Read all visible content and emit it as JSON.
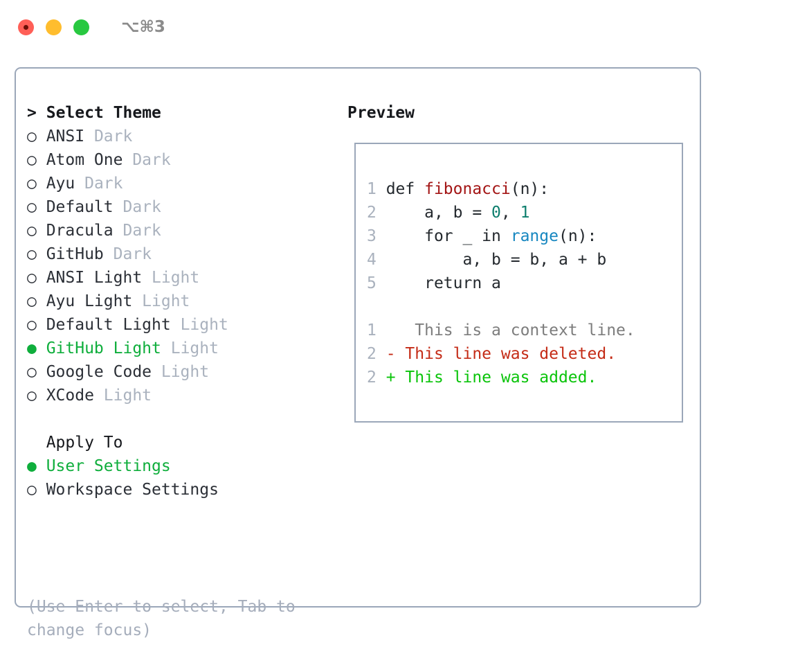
{
  "window": {
    "shortcut": "⌥⌘3",
    "traffic_lights": [
      {
        "name": "close",
        "color": "#ff5f57"
      },
      {
        "name": "minimize",
        "color": "#ffbd2e"
      },
      {
        "name": "maximize",
        "color": "#28c840"
      }
    ]
  },
  "theme_picker": {
    "prompt_marker": ">",
    "title": "Select Theme",
    "selected_index": 9,
    "items": [
      {
        "marker": "○",
        "name": "ANSI",
        "kind": "Dark",
        "selected": false
      },
      {
        "marker": "○",
        "name": "Atom One",
        "kind": "Dark",
        "selected": false
      },
      {
        "marker": "○",
        "name": "Ayu",
        "kind": "Dark",
        "selected": false
      },
      {
        "marker": "○",
        "name": "Default",
        "kind": "Dark",
        "selected": false
      },
      {
        "marker": "○",
        "name": "Dracula",
        "kind": "Dark",
        "selected": false
      },
      {
        "marker": "○",
        "name": "GitHub",
        "kind": "Dark",
        "selected": false
      },
      {
        "marker": "○",
        "name": "ANSI Light",
        "kind": "Light",
        "selected": false
      },
      {
        "marker": "○",
        "name": "Ayu Light",
        "kind": "Light",
        "selected": false
      },
      {
        "marker": "○",
        "name": "Default Light",
        "kind": "Light",
        "selected": false
      },
      {
        "marker": "●",
        "name": "GitHub Light",
        "kind": "Light",
        "selected": true
      },
      {
        "marker": "○",
        "name": "Google Code",
        "kind": "Light",
        "selected": false
      },
      {
        "marker": "○",
        "name": "XCode",
        "kind": "Light",
        "selected": false
      }
    ]
  },
  "apply_to": {
    "title": "Apply To",
    "items": [
      {
        "marker": "●",
        "label": "User Settings",
        "selected": true
      },
      {
        "marker": "○",
        "label": "Workspace Settings",
        "selected": false
      }
    ]
  },
  "hint": "(Use Enter to select, Tab to change focus)",
  "preview": {
    "title": "Preview",
    "code_lines": [
      {
        "num": "1",
        "tokens": [
          {
            "t": "def ",
            "c": "plain"
          },
          {
            "t": "fibonacci",
            "c": "fn"
          },
          {
            "t": "(n):",
            "c": "plain"
          }
        ]
      },
      {
        "num": "2",
        "tokens": [
          {
            "t": "    a, b = ",
            "c": "plain"
          },
          {
            "t": "0",
            "c": "num"
          },
          {
            "t": ", ",
            "c": "plain"
          },
          {
            "t": "1",
            "c": "num"
          }
        ]
      },
      {
        "num": "3",
        "tokens": [
          {
            "t": "    for _ in ",
            "c": "plain"
          },
          {
            "t": "range",
            "c": "call"
          },
          {
            "t": "(n):",
            "c": "plain"
          }
        ]
      },
      {
        "num": "4",
        "tokens": [
          {
            "t": "        a, b = b, a + b",
            "c": "plain"
          }
        ]
      },
      {
        "num": "5",
        "tokens": [
          {
            "t": "    return a",
            "c": "plain"
          }
        ]
      }
    ],
    "diff_lines": [
      {
        "num": "1",
        "sign": " ",
        "text": "  This is a context line.",
        "kind": "ctx"
      },
      {
        "num": "2",
        "sign": "-",
        "text": " This line was deleted.",
        "kind": "del"
      },
      {
        "num": "2",
        "sign": "+",
        "text": " This line was added.",
        "kind": "add"
      }
    ]
  },
  "colors": {
    "accent_green": "#0fae3c",
    "diff_add": "#0ac40a",
    "diff_del": "#c42b16",
    "border": "#9ba7b9",
    "muted": "#aab2be",
    "syntax_fn": "#a31515",
    "syntax_num": "#0d7e6d",
    "syntax_call": "#1787c0"
  }
}
